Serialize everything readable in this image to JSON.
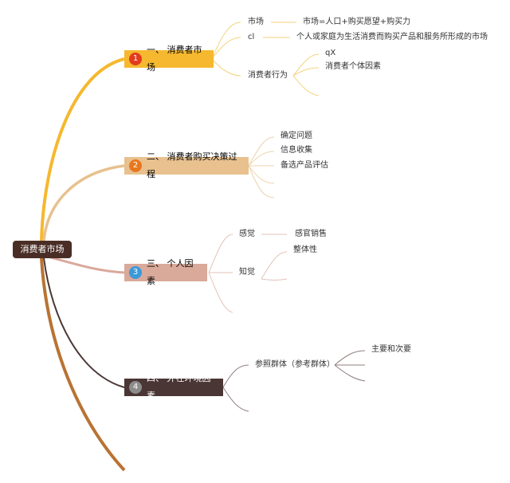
{
  "root": "消费者市场",
  "branches": [
    {
      "number": "1",
      "title": "一、 消费者市场",
      "children": [
        {
          "label": "市场",
          "detail": "市场=人口+购买愿望+购买力"
        },
        {
          "label": "cl",
          "detail": "个人或家庭为生活消费而购买产品和服务所形成的市场"
        },
        {
          "label": "消费者行为",
          "subitems": [
            "qX",
            "消费者个体因素"
          ]
        }
      ]
    },
    {
      "number": "2",
      "title": "二、 消费者购买决策过程",
      "children": [
        {
          "label": "确定问题"
        },
        {
          "label": "信息收集"
        },
        {
          "label": "备选产品评估"
        }
      ]
    },
    {
      "number": "3",
      "title": "三、 个人因素",
      "children": [
        {
          "label": "感觉",
          "detail": "感官销售"
        },
        {
          "label": "知觉",
          "subitems": [
            "整体性"
          ]
        }
      ]
    },
    {
      "number": "4",
      "title": "四、 外在环境因素",
      "children": [
        {
          "label": "参照群体（参考群体）",
          "subitems": [
            "主要和次要"
          ]
        }
      ]
    }
  ],
  "colors": {
    "root_bg": "#4a2e26",
    "branch1": "#f5b82e",
    "branch2": "#e8c18f",
    "branch3": "#d9a99a",
    "branch4": "#4a3634",
    "badge1": "#e23b1e",
    "badge2": "#e8781e",
    "badge3": "#3a9ad9",
    "badge4": "#8c8c8c",
    "bottom_tail": "#b87333"
  }
}
